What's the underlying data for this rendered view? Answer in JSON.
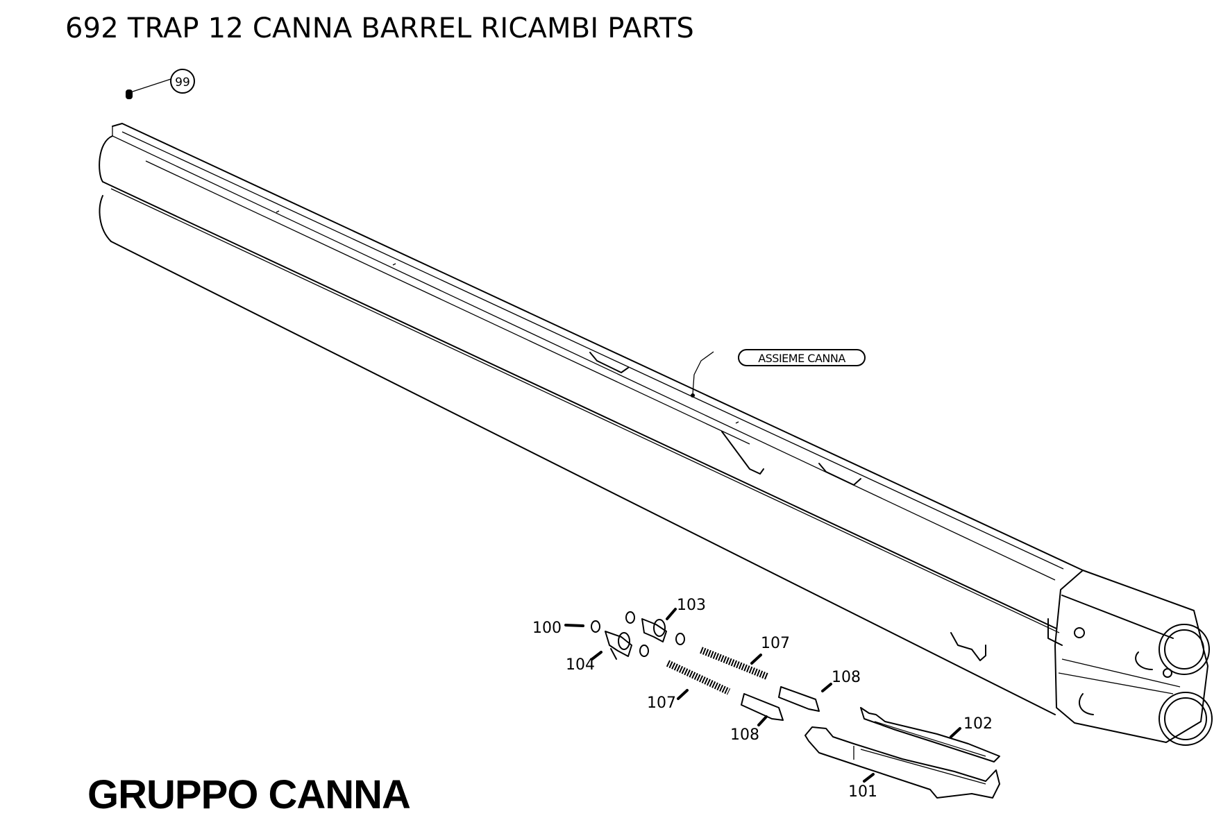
{
  "header": {
    "title": "692 TRAP 12 CANNA BARREL RICAMBI PARTS"
  },
  "footer": {
    "group_title": "GRUPPO CANNA"
  },
  "labels": {
    "assembly": "ASSIEME CANNA",
    "p99": "99",
    "p100": "100",
    "p101": "101",
    "p102": "102",
    "p103": "103",
    "p104": "104",
    "p107a": "107",
    "p107b": "107",
    "p108a": "108",
    "p108b": "108"
  }
}
